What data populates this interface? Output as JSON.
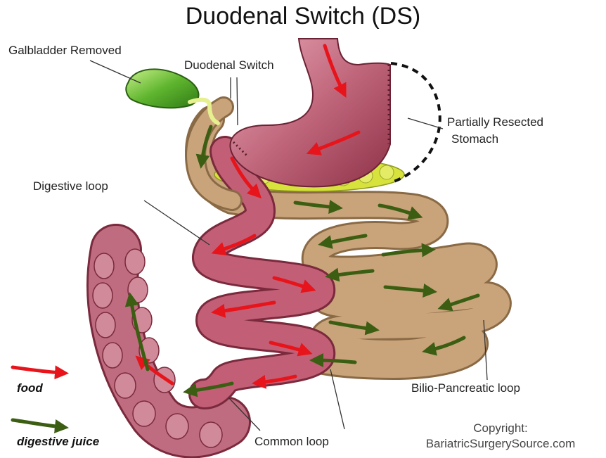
{
  "title": "Duodenal Switch (DS)",
  "labels": {
    "galbladder": "Galbladder Removed",
    "duodenal_switch": "Duodenal Switch",
    "stomach_line1": "Partially Resected",
    "stomach_line2": "Stomach",
    "digestive_loop": "Digestive loop",
    "bilio_loop": "Bilio-Pancreatic loop",
    "common_loop": "Common loop"
  },
  "legend": {
    "food": "food",
    "digestive_juice": "digestive juice"
  },
  "copyright": {
    "line1": "Copyright:",
    "line2": "BariatricSurgerySource.com"
  },
  "colors": {
    "food_arrow": "#e8141b",
    "juice_arrow": "#3b5e12",
    "bowel": "#b9546c",
    "bilio": "#c7a57c",
    "gallbladder": "#5fb52e",
    "fat": "#d7e23c"
  }
}
